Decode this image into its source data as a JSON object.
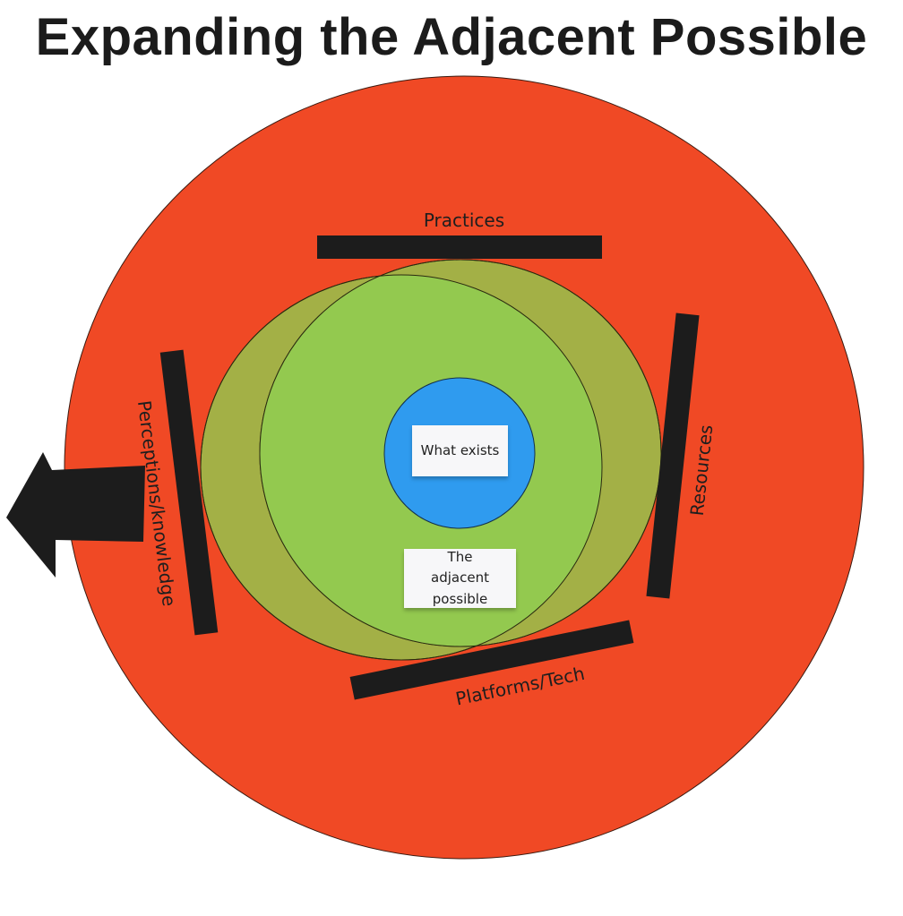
{
  "title": "Expanding the Adjacent Possible",
  "labels": {
    "practices": "Practices",
    "resources": "Resources",
    "perceptions": "Perceptions/knowledge",
    "platforms": "Platforms/Tech"
  },
  "notes": {
    "what_exists": "What exists",
    "adjacent_possible": "The adjacent possible"
  },
  "colors": {
    "outer": "#f04925",
    "olive": "#a3b046",
    "green": "#93c94f",
    "blue": "#2f9bef",
    "bar": "#1c1c1c"
  }
}
